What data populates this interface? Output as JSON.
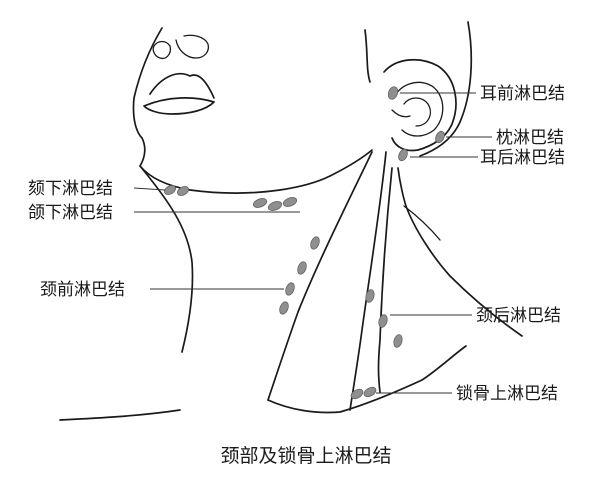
{
  "labels": {
    "preauricular": "耳前淋巴结",
    "occipital": "枕淋巴结",
    "postauricular": "耳后淋巴结",
    "submental": "颏下淋巴结",
    "submandibular": "颌下淋巴结",
    "anterior_cervical": "颈前淋巴结",
    "posterior_cervical": "颈后淋巴结",
    "supraclavicular": "锁骨上淋巴结"
  },
  "caption": "颈部及锁骨上淋巴结",
  "colors": {
    "outline": "#1a1a1a",
    "node_fill": "#8f8f8f",
    "background": "#ffffff"
  }
}
